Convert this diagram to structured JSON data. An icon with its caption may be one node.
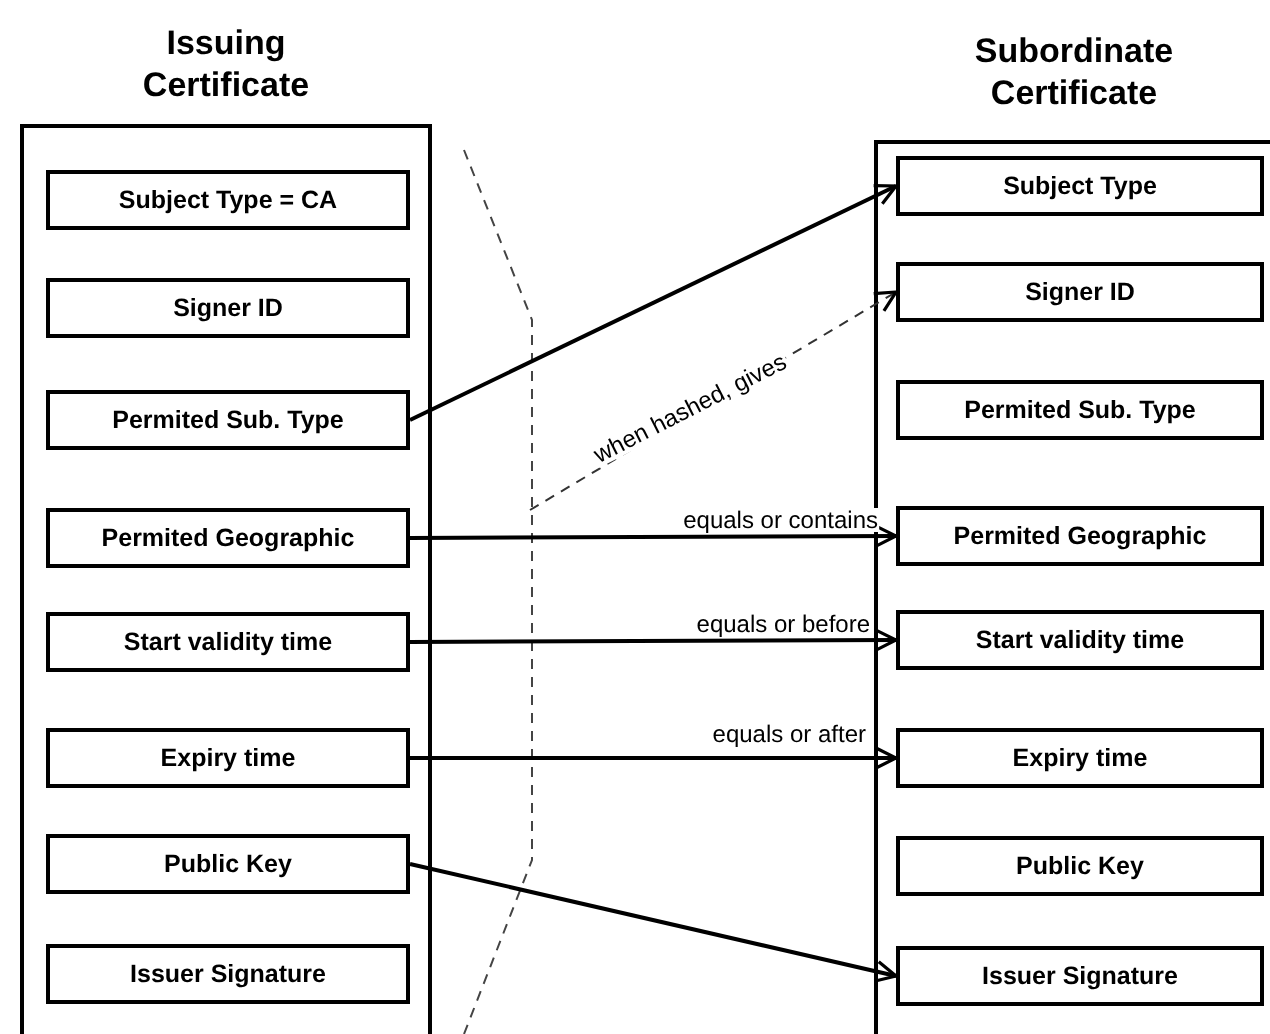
{
  "diagram": {
    "nodes": [
      {
        "text": [
          "Issuing Certificate"
        ]
      },
      {
        "text": [
          "Subject Type = CA"
        ],
        "in": 0
      },
      {
        "text": [
          "Signer ID"
        ],
        "in": 0
      },
      {
        "text": [
          "Permited Sub. Type"
        ],
        "in": 0
      },
      {
        "text": [
          "Permited Geographic"
        ],
        "in": 0
      },
      {
        "text": [
          "Start validity time"
        ],
        "in": 0
      },
      {
        "text": [
          "Expiry time"
        ],
        "in": 0
      },
      {
        "text": [
          "Public Key"
        ],
        "in": 0
      },
      {
        "text": [
          "Issuer Signature"
        ],
        "in": 0
      },
      {
        "text": [
          "Subordinate Certificate"
        ]
      },
      {
        "text": [
          "Subject Type"
        ],
        "in": 9
      },
      {
        "text": [
          "Signer ID"
        ],
        "in": 9
      },
      {
        "text": [
          "Permited Sub. Type"
        ],
        "in": 9
      },
      {
        "text": [
          "Permited Geographic"
        ],
        "in": 9
      },
      {
        "text": [
          "Start validity time"
        ],
        "in": 9
      },
      {
        "text": [
          "Expiry time"
        ],
        "in": 9
      },
      {
        "text": [
          "Public Key"
        ],
        "in": 9
      },
      {
        "text": [
          "Issuer Signature"
        ],
        "in": 9
      }
    ],
    "edges": [
      {
        "from": 3,
        "to": 10,
        "arrow": "to"
      },
      {
        "from": null,
        "to": 11,
        "arrow": "to",
        "label": "when hashed, gives",
        "style": "dashed"
      },
      {
        "from": 4,
        "to": 13,
        "arrow": "to",
        "label": "equals or contains"
      },
      {
        "from": 5,
        "to": 14,
        "arrow": "to",
        "label": "equals or before"
      },
      {
        "from": 6,
        "to": 15,
        "arrow": "to",
        "label": "equals or after"
      },
      {
        "from": 7,
        "to": 17,
        "arrow": "to"
      }
    ]
  }
}
